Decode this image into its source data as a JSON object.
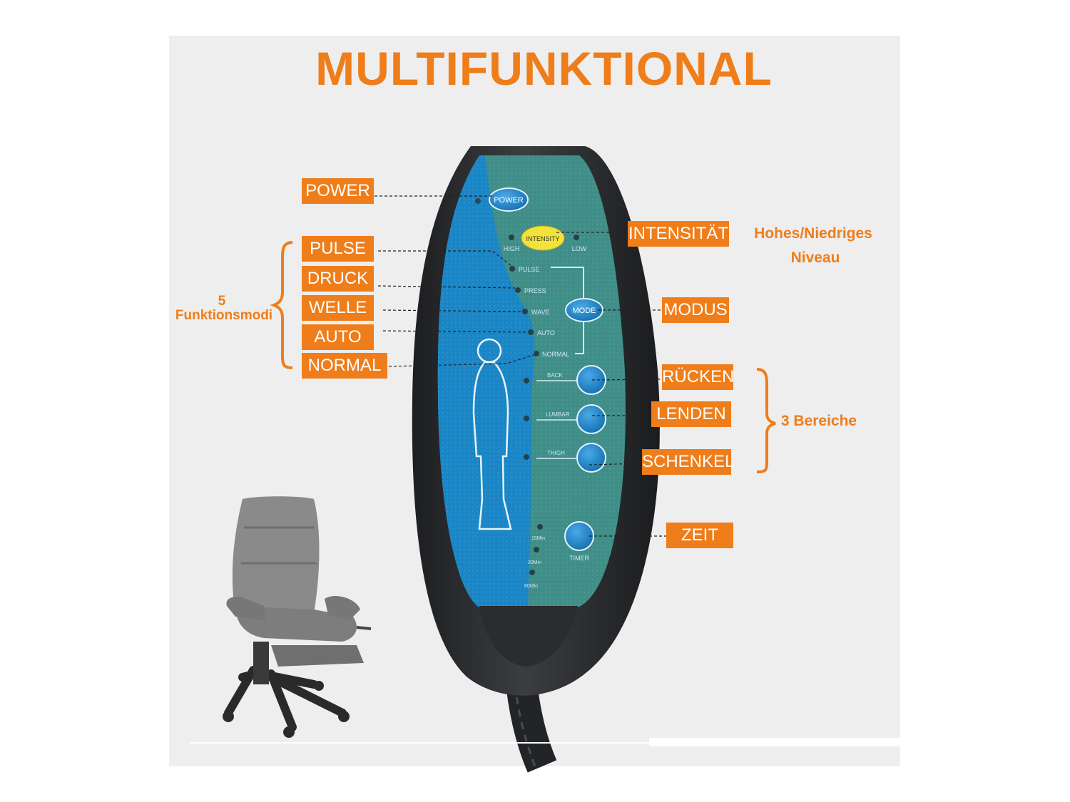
{
  "heading": "MULTIFUNKTIONAL",
  "callouts": {
    "power": "POWER",
    "pulse": "PULSE",
    "druck": "DRUCK",
    "welle": "WELLE",
    "auto": "AUTO",
    "normal": "NORMAL",
    "intensitaet": "INTENSITÄT",
    "modus": "MODUS",
    "ruecken": "RÜCKEN",
    "lenden": "LENDEN",
    "schenkel": "SCHENKEL",
    "zeit": "ZEIT"
  },
  "notes": {
    "modes_count": "5",
    "modes_word": "Funktionsmodi",
    "intensity_line1": "Hohes/Niedriges",
    "intensity_line2": "Niveau",
    "areas": "3 Bereiche"
  },
  "remote": {
    "power": "POWER",
    "intensity": "INTENSITY",
    "high": "HIGH",
    "low": "LOW",
    "pulse": "PULSE",
    "press": "PRESS",
    "wave": "WAVE",
    "auto": "AUTO",
    "normal": "NORMAL",
    "mode": "MODE",
    "back": "BACK",
    "lumbar": "LUMBAR",
    "thigh": "THIGH",
    "timer": "TIMER",
    "t15": "15Min",
    "t30": "30Min",
    "t60": "60Min"
  },
  "colors": {
    "accent": "#ef7d1a",
    "panel": "#eeeeee",
    "remote_body": "#2a2b2e",
    "remote_face_teal": "#3f8e88",
    "remote_face_blue": "#1a86c6",
    "button_blue": "#1e88d0",
    "intensity_button": "#f2e23c"
  }
}
